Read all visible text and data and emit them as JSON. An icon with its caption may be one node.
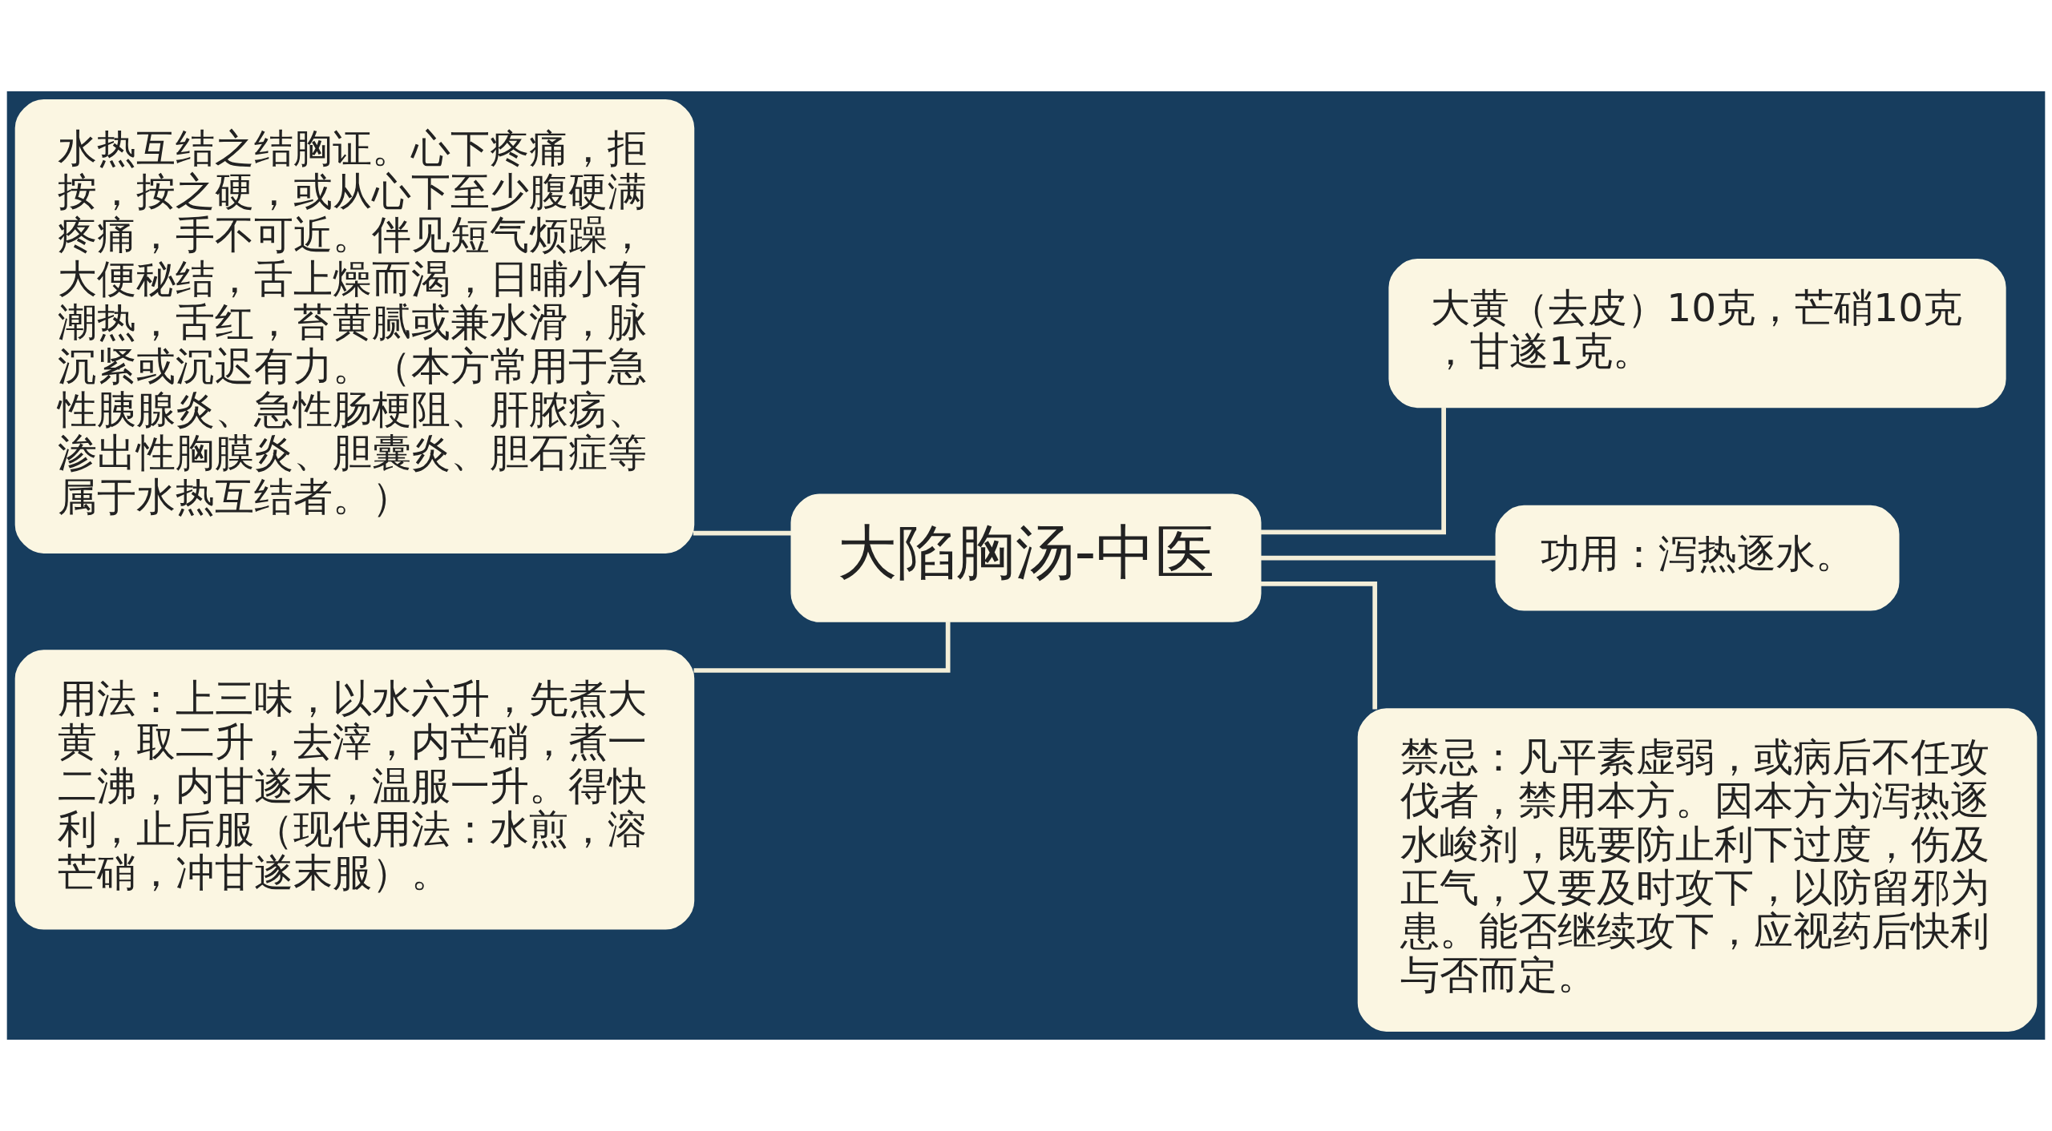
{
  "diagram": {
    "nodes": [
      {
        "text": [
          "大陷胸汤-中医"
        ]
      },
      {
        "text": [
          "水热互结之结胸证。心下疼痛，拒按，按之硬，或从心下至少腹硬满疼痛，手不可近。伴见短气烦躁，大便秘结，舌上燥而渴，日晡小有潮热，舌红，苔黄腻或兼水滑，脉沉紧或沉迟有力。（本方常用于急性胰腺炎、急性肠梗阻、肝脓疡、渗出性胸膜炎、胆囊炎、胆石症等属于水热互结者。）"
        ]
      },
      {
        "text": [
          "用法：上三味，以水六升，先煮大黄，取二升，去滓，内芒硝，煮一二沸，内甘遂末，温服一升。得快利，止后服（现代用法：水煎，溶芒硝，冲甘遂末服）。"
        ]
      },
      {
        "text": [
          "大黄（去皮）10克，芒硝10克，甘遂1克。"
        ]
      },
      {
        "text": [
          "功用：泻热逐水。"
        ]
      },
      {
        "text": [
          "禁忌：凡平素虚弱，或病后不任攻伐者，禁用本方。因本方为泻热逐水峻剂，既要防止利下过度，伤及正气，又要及时攻下，以防留邪为患。能否继续攻下，应视药后快利与否而定。"
        ]
      }
    ],
    "edges": [
      {
        "from": 0,
        "to": 1,
        "arrow": "none"
      },
      {
        "from": 0,
        "to": 2,
        "arrow": "none"
      },
      {
        "from": 0,
        "to": 3,
        "arrow": "none"
      },
      {
        "from": 0,
        "to": 4,
        "arrow": "none"
      },
      {
        "from": 0,
        "to": 5,
        "arrow": "none"
      }
    ]
  }
}
